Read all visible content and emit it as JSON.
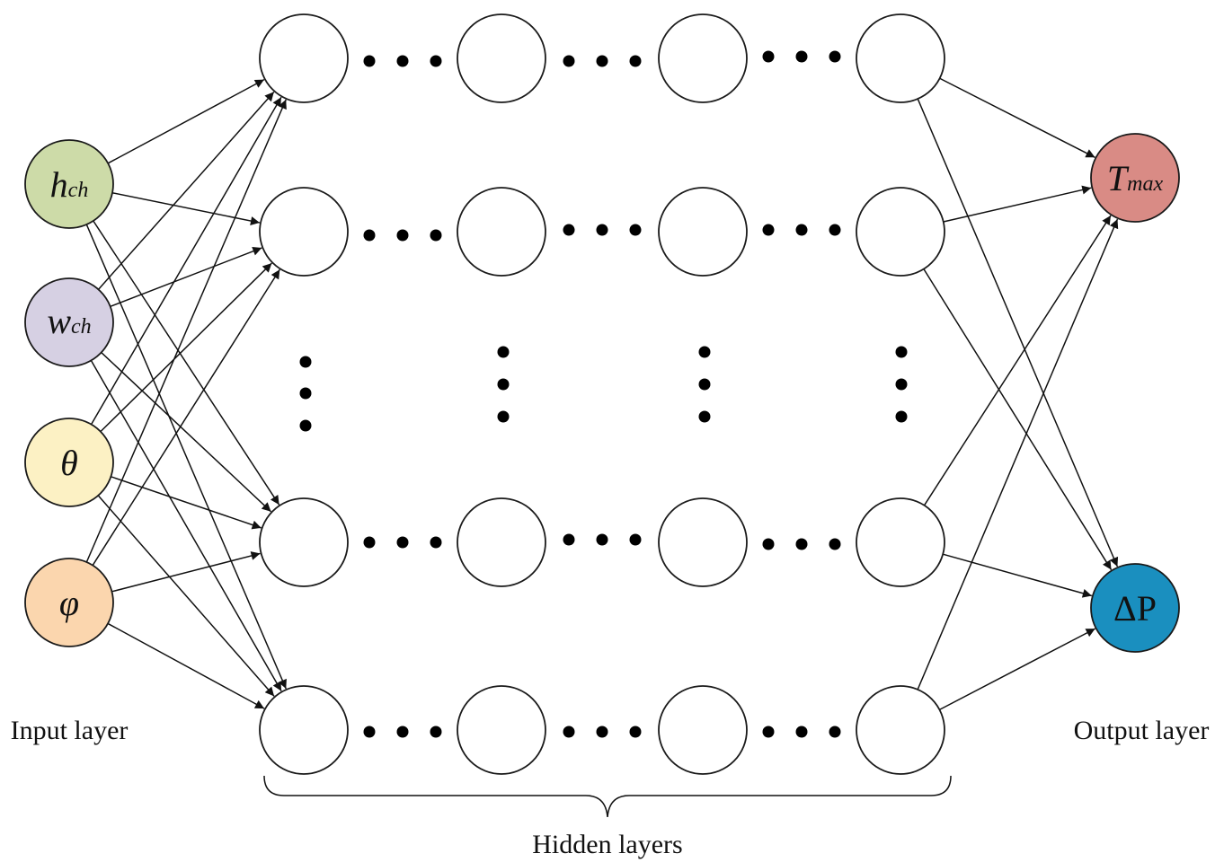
{
  "labels": {
    "input_layer": "Input layer",
    "output_layer": "Output layer",
    "hidden_layers": "Hidden layers"
  },
  "inputs": [
    {
      "id": "h_ch",
      "main": "h",
      "sub": "ch",
      "color": "#cddba8"
    },
    {
      "id": "w_ch",
      "main": "w",
      "sub": "ch",
      "color": "#d6d0e3"
    },
    {
      "id": "theta",
      "main": "θ",
      "sub": "",
      "color": "#fcf1c4"
    },
    {
      "id": "phi",
      "main": "φ",
      "sub": "",
      "color": "#fbd6ae"
    }
  ],
  "outputs": [
    {
      "id": "t_max",
      "main": "T",
      "sub": "max",
      "color": "#d98b85"
    },
    {
      "id": "delta_p",
      "main": "ΔP",
      "sub": "",
      "color": "#1a8fbf"
    }
  ],
  "colors": {
    "hidden_fill": "#ffffff",
    "stroke": "#1a1a1a",
    "dots": "#000000"
  }
}
